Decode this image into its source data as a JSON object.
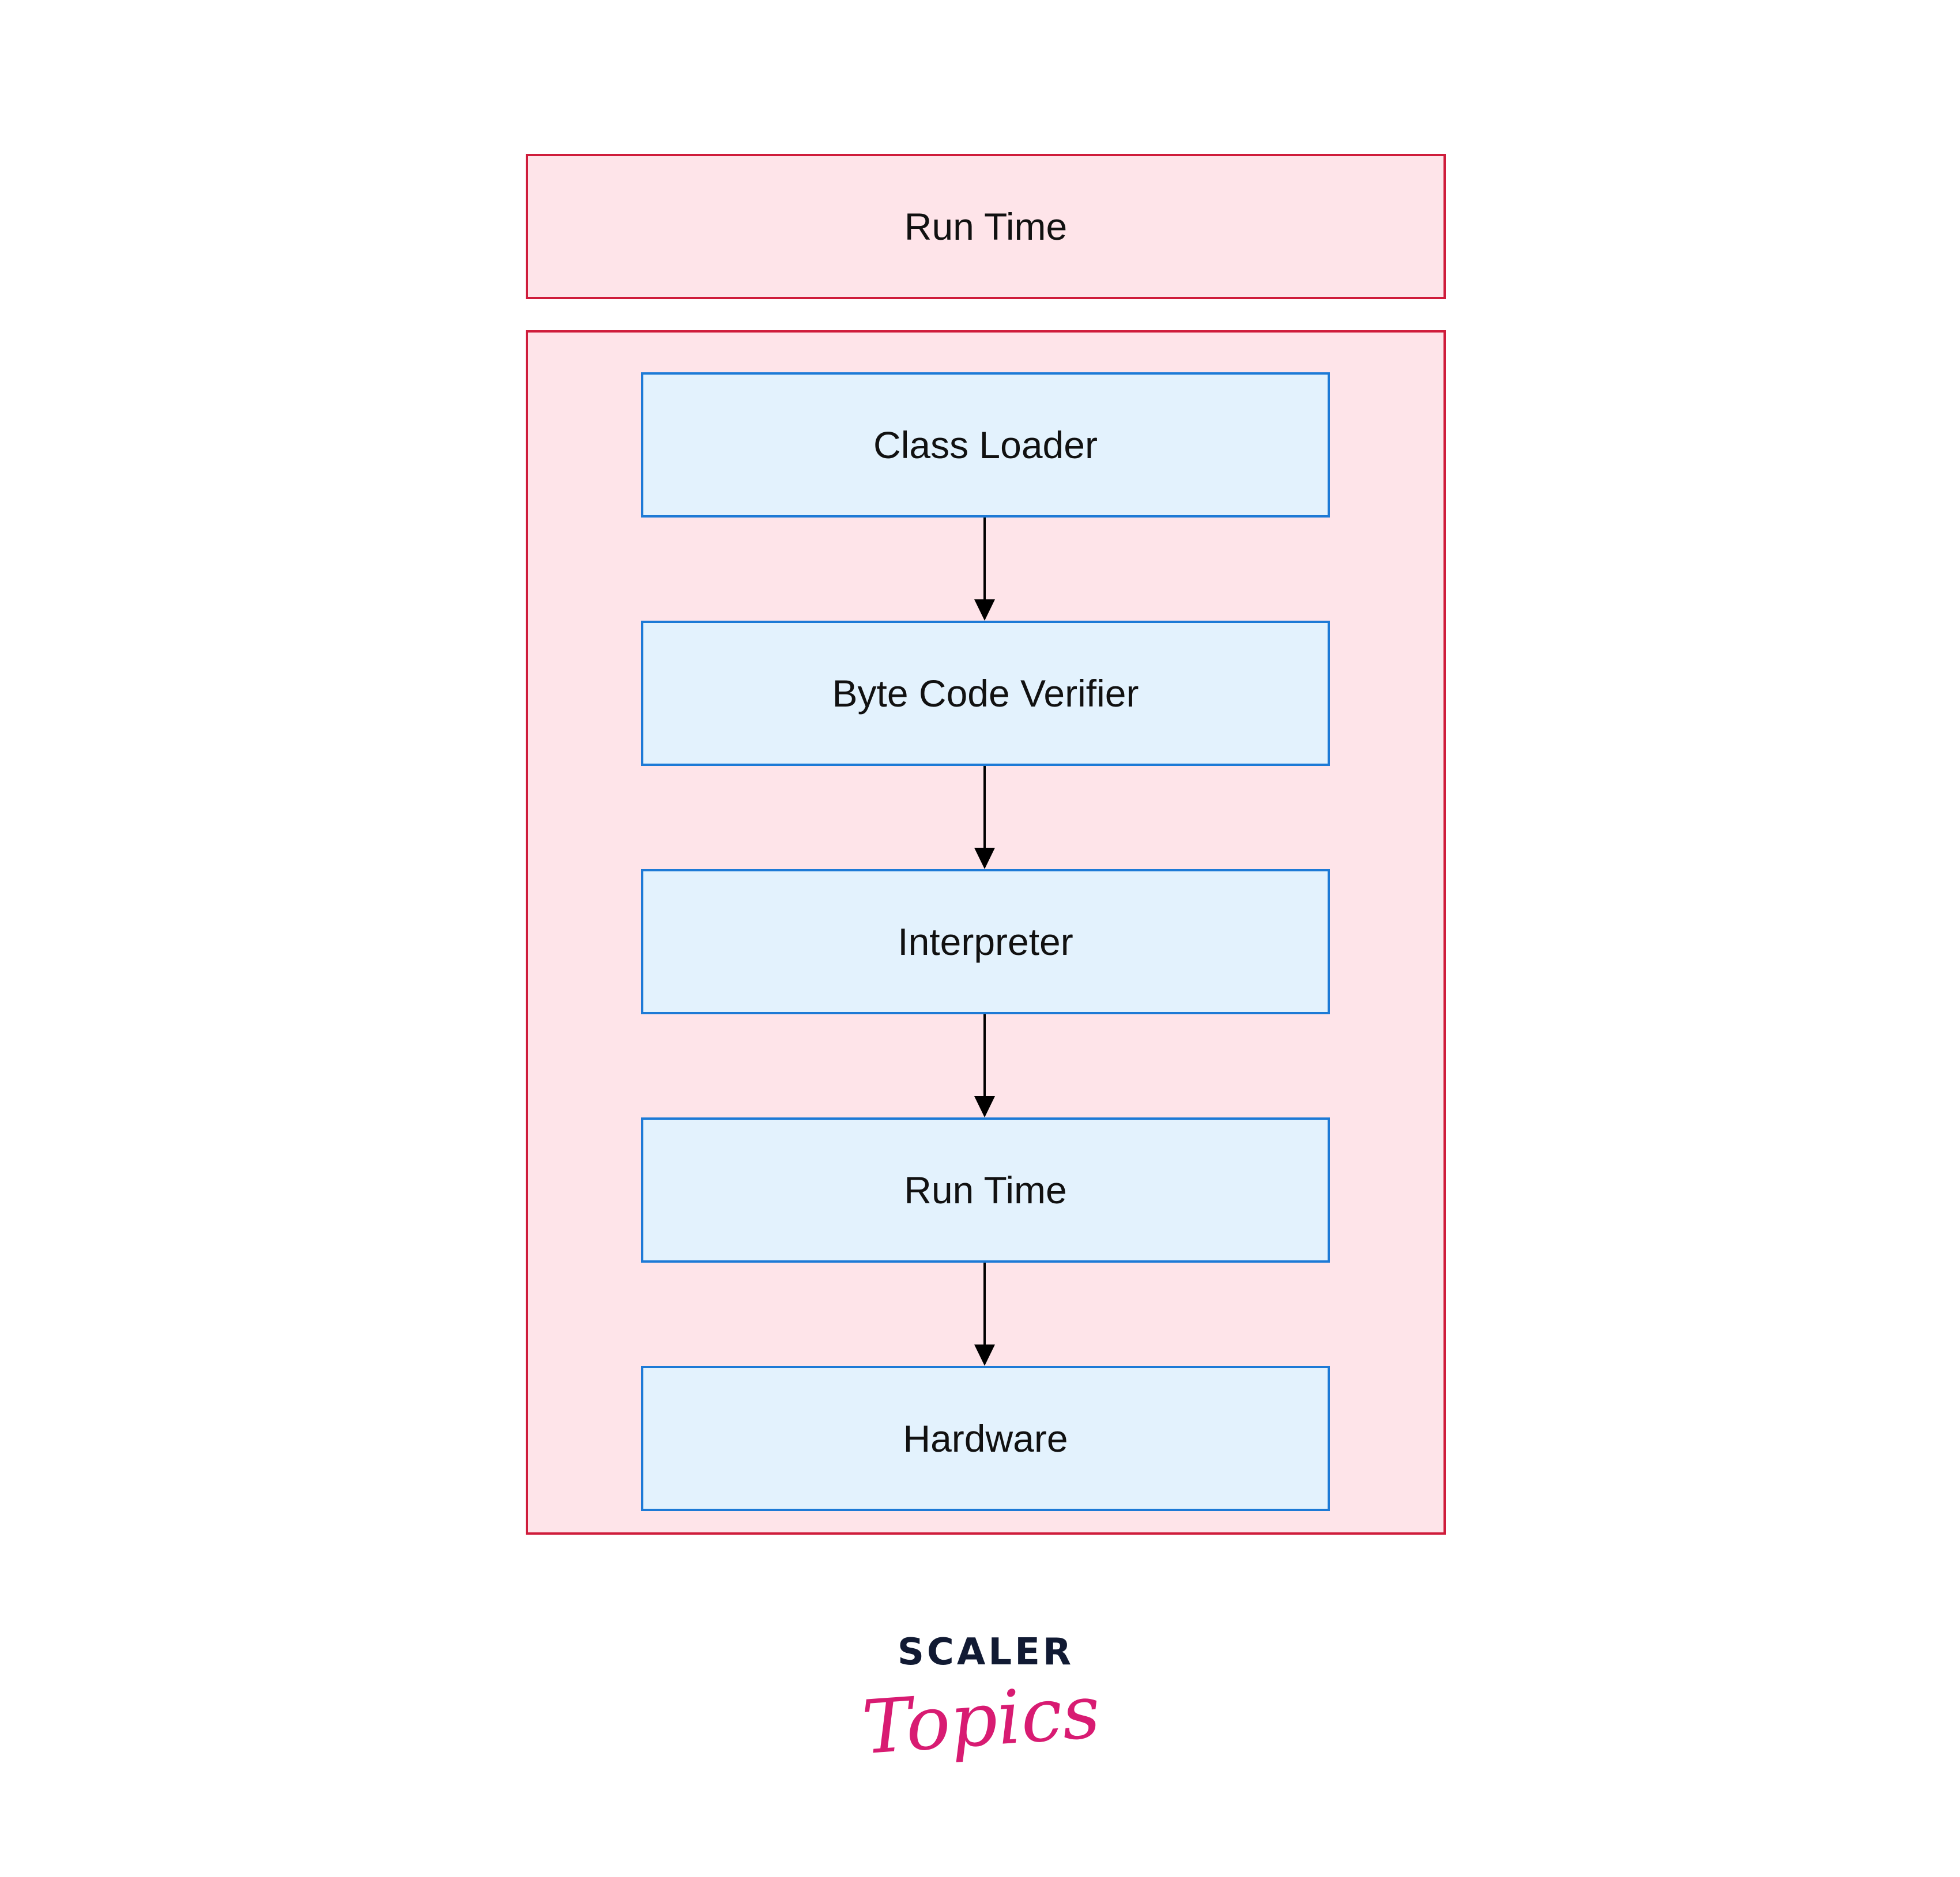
{
  "diagram": {
    "top_box": {
      "label": "Run Time"
    },
    "steps": [
      {
        "label": "Class Loader"
      },
      {
        "label": "Byte Code Verifier"
      },
      {
        "label": "Interpreter"
      },
      {
        "label": "Run Time"
      },
      {
        "label": "Hardware"
      }
    ],
    "edges": [
      {
        "from": "Class Loader",
        "to": "Byte Code Verifier"
      },
      {
        "from": "Byte Code Verifier",
        "to": "Interpreter"
      },
      {
        "from": "Interpreter",
        "to": "Run Time"
      },
      {
        "from": "Run Time",
        "to": "Hardware"
      }
    ]
  },
  "logo": {
    "wordmark": "SCALER",
    "script": "Topics"
  },
  "colors": {
    "outer_border": "#cf1c3b",
    "outer_fill": "#fee4e9",
    "step_border": "#1d7ad6",
    "step_fill": "#e3f2fd",
    "arrow": "#000000",
    "logo_dark": "#111a33",
    "logo_pink": "#d81b72"
  }
}
